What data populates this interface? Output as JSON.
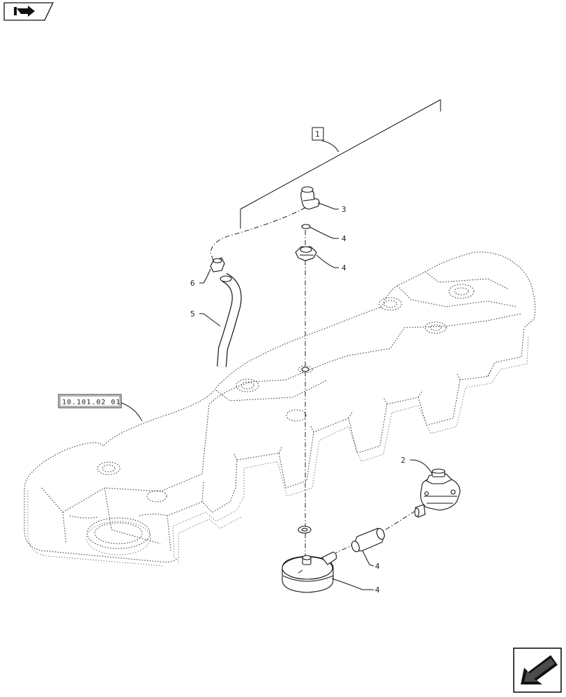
{
  "callouts": {
    "box_1": "1",
    "ref_label": "10.101.02 01",
    "c2": "2",
    "c3": "3",
    "c4a": "4",
    "c4b": "4",
    "c4c": "4",
    "c4d": "4",
    "c5": "5",
    "c6": "6"
  },
  "icons": {
    "top_left": "book-arrow-icon",
    "bottom_right": "previous-page-arrow-icon"
  }
}
